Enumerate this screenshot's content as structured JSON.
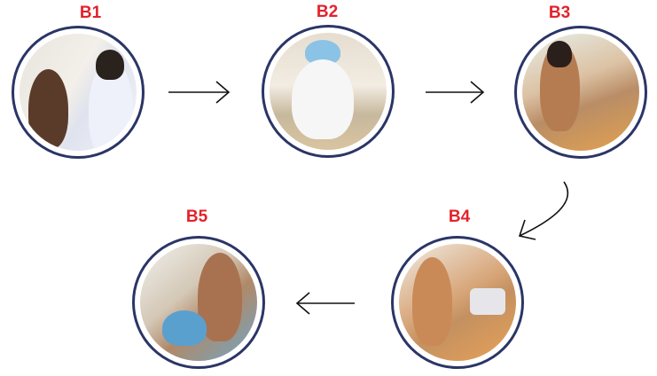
{
  "steps": [
    {
      "label": "B1"
    },
    {
      "label": "B2"
    },
    {
      "label": "B3"
    },
    {
      "label": "B4"
    },
    {
      "label": "B5"
    }
  ],
  "colors": {
    "label": "#e3222b",
    "ring": "#2b3566",
    "arrow": "#111111"
  }
}
